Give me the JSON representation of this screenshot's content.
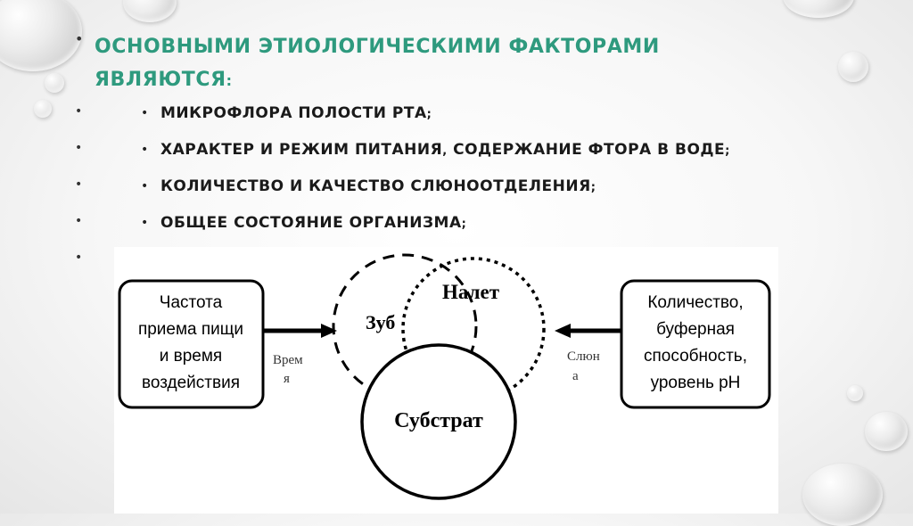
{
  "title": {
    "line1": "ОСНОВНЫМИ ЭТИОЛОГИЧЕСКИМИ ФАКТОРАМИ",
    "line2": "ЯВЛЯЮТСЯ",
    "line2_end": ":"
  },
  "bullet_symbol": "•",
  "factors": [
    {
      "text": "МИКРОФЛОРА ПОЛОСТИ РТА",
      "end": ";"
    },
    {
      "text": "ХАРАКТЕР И РЕЖИМ ПИТАНИЯ",
      "mid": ",",
      "rest": " СОДЕРЖАНИЕ ФТОРА В ВОДЕ",
      "end": ";"
    },
    {
      "text": "КОЛИЧЕСТВО И КАЧЕСТВО СЛЮНООТДЕЛЕНИЯ",
      "end": ";"
    },
    {
      "text": "ОБЩЕЕ СОСТОЯНИЕ ОРГАНИЗМА",
      "end": ";"
    }
  ],
  "diagram": {
    "left_box": [
      "Частота",
      "приема пищи",
      "и время",
      "воздействия"
    ],
    "right_box": [
      "Количество,",
      "буферная",
      "способность,",
      "уровень pH"
    ],
    "left_arrow_label": [
      "Врем",
      "я"
    ],
    "right_arrow_label": [
      "Слюн",
      "а"
    ],
    "circles": {
      "tooth": "Зуб",
      "plaque": "Налет",
      "substrate": "Субстрат"
    }
  },
  "colors": {
    "title": "#2e9a7e",
    "text": "#1a1a1a",
    "background": "#f7f7f7"
  }
}
